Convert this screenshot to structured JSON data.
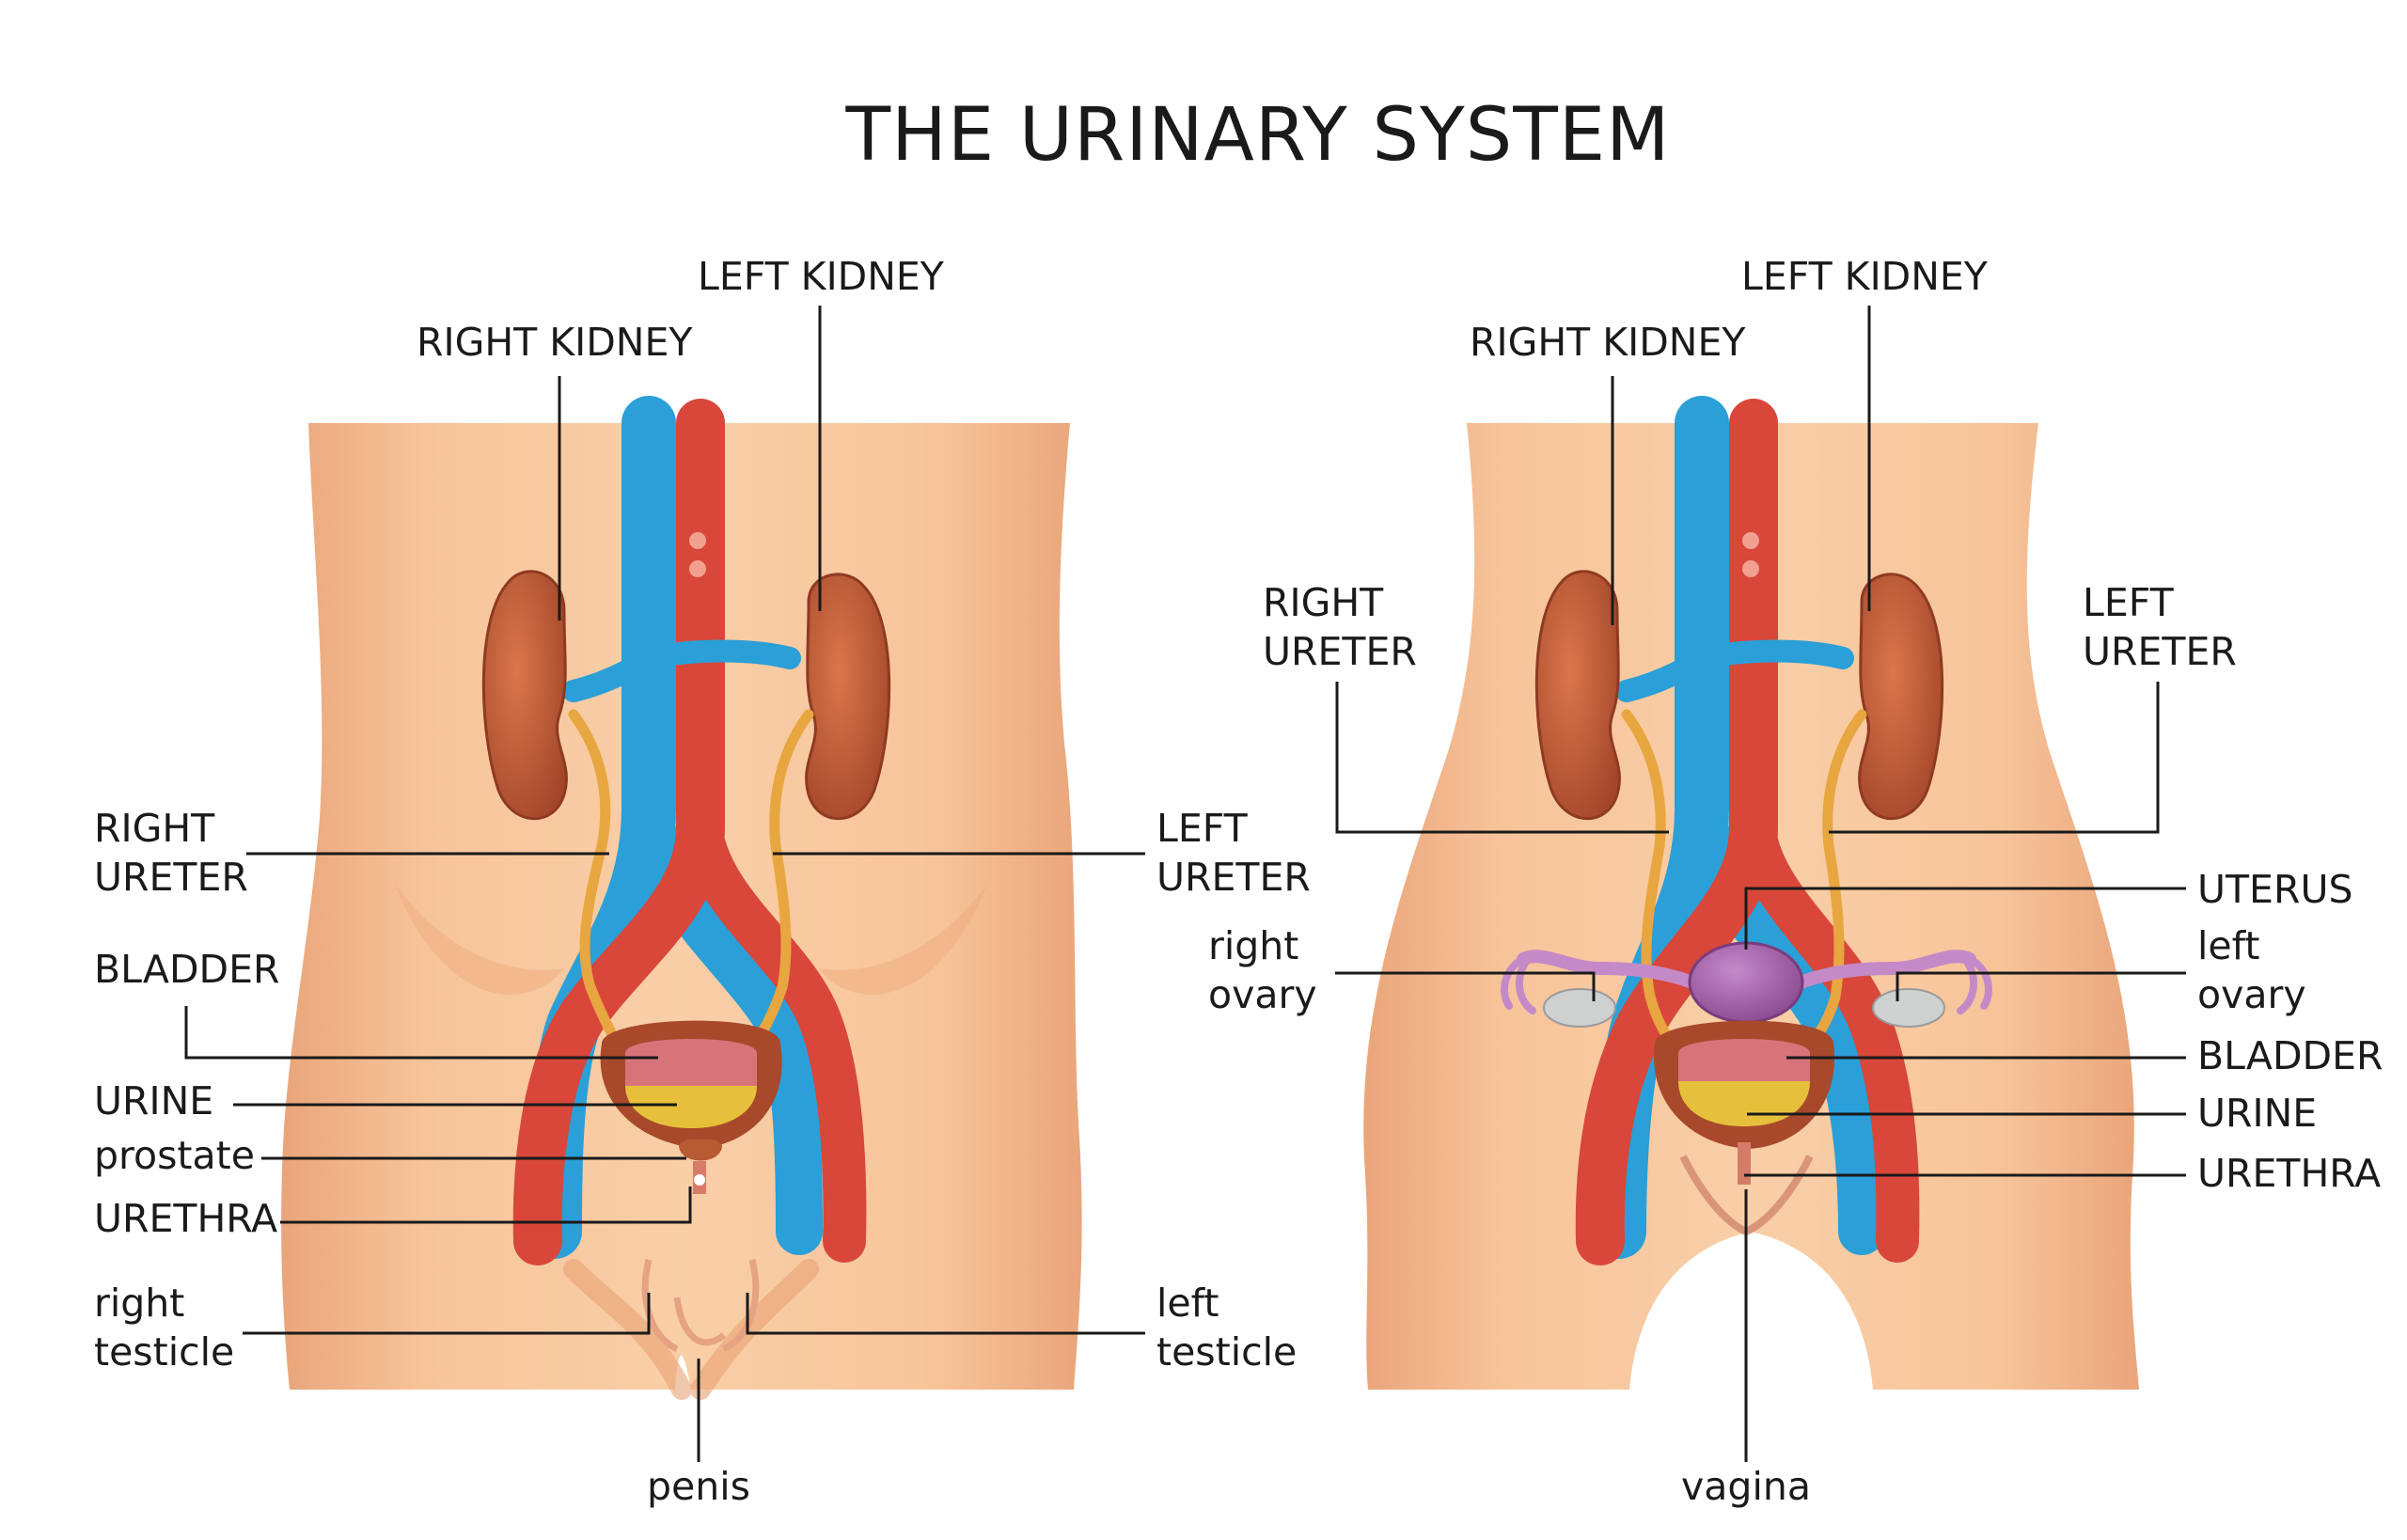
{
  "title": "THE URINARY SYSTEM",
  "colors": {
    "skin": "#f6bf93",
    "skin_shade": "#e8a273",
    "vein": "#2b9fd8",
    "artery": "#d8473a",
    "kidney": "#b8552f",
    "ureter": "#e8a640",
    "bladder_wall": "#a8492b",
    "urine": "#e6c03a",
    "uterus": "#9c5aa0",
    "ovary": "#cfd0d0"
  },
  "male": {
    "right_kidney": "RIGHT KIDNEY",
    "left_kidney": "LEFT KIDNEY",
    "right_ureter": [
      "RIGHT",
      "URETER"
    ],
    "left_ureter": [
      "LEFT",
      "URETER"
    ],
    "bladder": "BLADDER",
    "urine": "URINE",
    "prostate": "prostate",
    "urethra": "URETHRA",
    "right_testicle": [
      "right",
      "testicle"
    ],
    "left_testicle": [
      "left",
      "testicle"
    ],
    "penis": "penis"
  },
  "female": {
    "right_kidney": "RIGHT KIDNEY",
    "left_kidney": "LEFT KIDNEY",
    "right_ureter": [
      "RIGHT",
      "URETER"
    ],
    "left_ureter": [
      "LEFT",
      "URETER"
    ],
    "uterus": "UTERUS",
    "right_ovary": [
      "right",
      "ovary"
    ],
    "left_ovary": [
      "left",
      "ovary"
    ],
    "bladder": "BLADDER",
    "urine": "URINE",
    "urethra": "URETHRA",
    "vagina": "vagina"
  }
}
